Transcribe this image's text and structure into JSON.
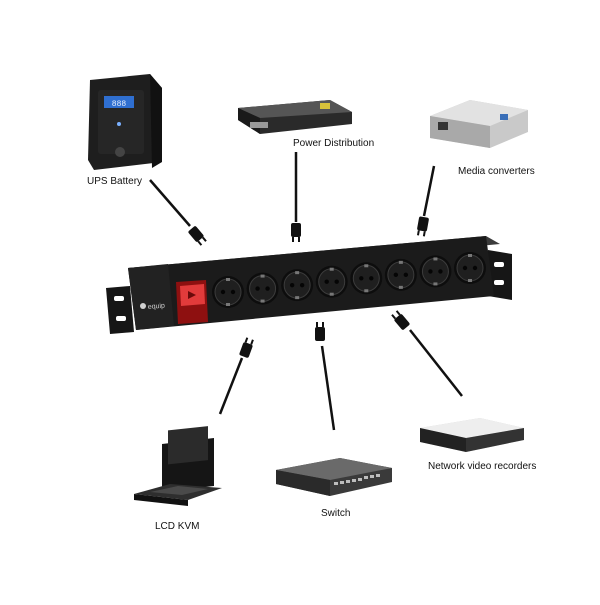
{
  "labels": {
    "ups": "UPS Battery",
    "pdu": "Power Distribution",
    "media": "Media converters",
    "nvr": "Network video recorders",
    "switch": "Switch",
    "kvm": "LCD KVM"
  },
  "brand": "equip",
  "ups_display": "888",
  "colors": {
    "pdu_body": "#1b1b1b",
    "pdu_face": "#2a2a2a",
    "switch_red": "#d93030",
    "device_dark": "#1f1f1f",
    "device_grey": "#8a8a8a",
    "ups_screen": "#2f6fd1"
  },
  "socket_count": 8
}
